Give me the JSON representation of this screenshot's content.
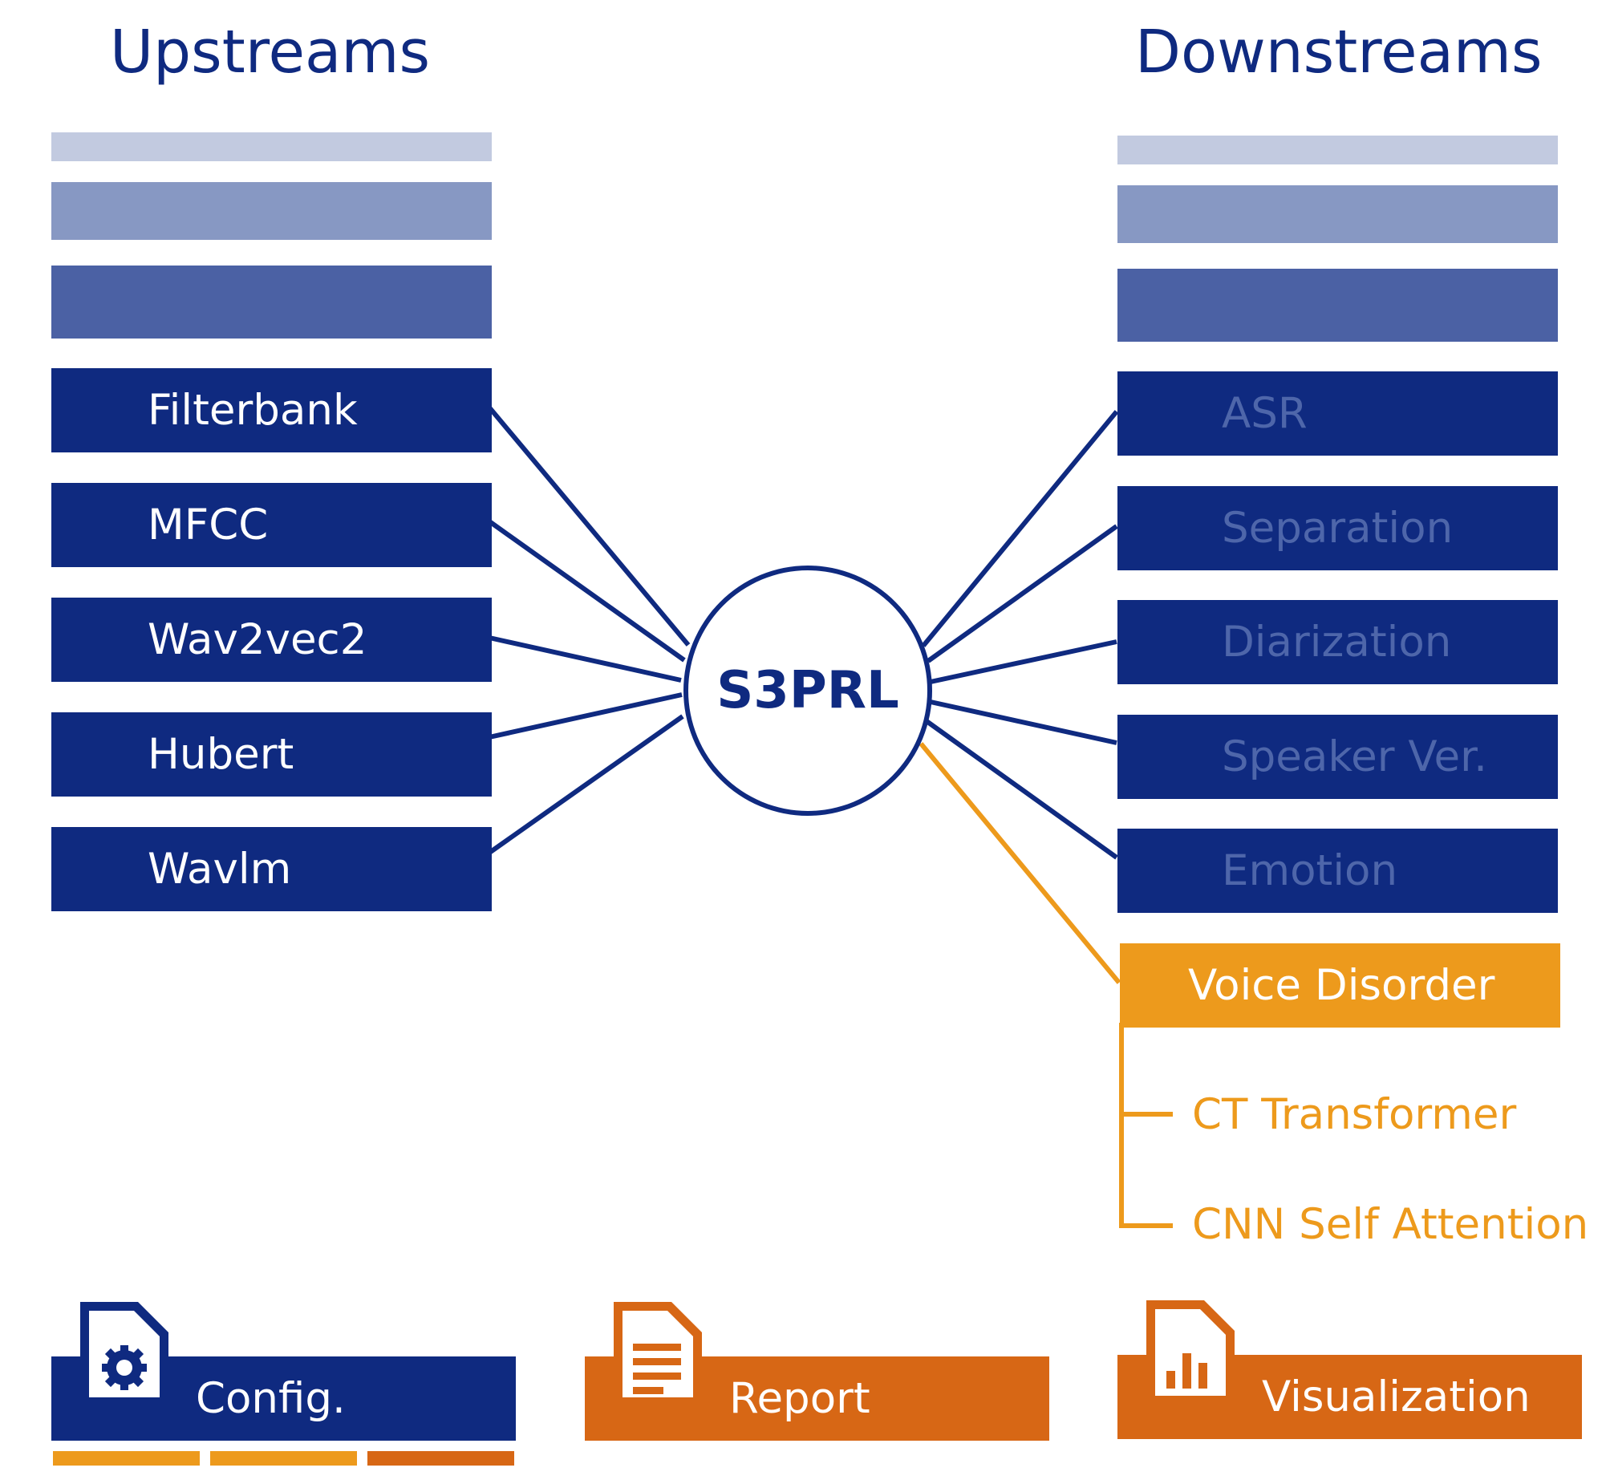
{
  "headings": {
    "upstreams": "Upstreams",
    "downstreams": "Downstreams"
  },
  "hub": {
    "label": "S3PRL"
  },
  "upstreams": [
    "Filterbank",
    "MFCC",
    "Wav2vec2",
    "Hubert",
    "Wavlm"
  ],
  "downstreams": [
    "ASR",
    "Separation",
    "Diarization",
    "Speaker Ver.",
    "Emotion"
  ],
  "highlighted_task": {
    "label": "Voice Disorder",
    "models": [
      "CT Transformer",
      "CNN Self Attention"
    ]
  },
  "outputs": [
    {
      "label": "Config.",
      "icon": "config-document-icon"
    },
    {
      "label": "Report",
      "icon": "report-document-icon"
    },
    {
      "label": "Visualization",
      "icon": "chart-document-icon"
    }
  ],
  "colors": {
    "navy": "#0f2a80",
    "orange": "#ed9a1c",
    "burnt_orange": "#d76715",
    "downstream_text": "#4e66aa"
  }
}
